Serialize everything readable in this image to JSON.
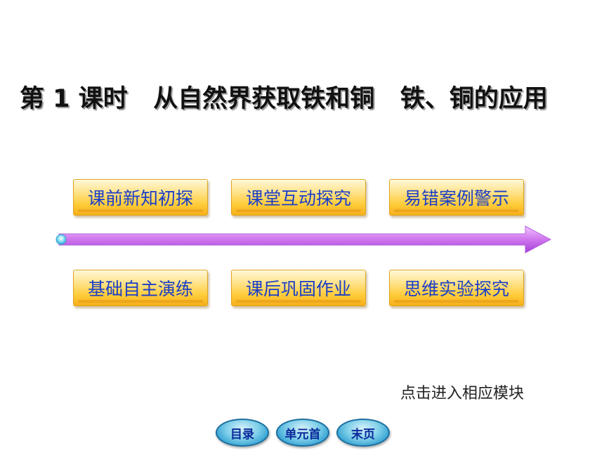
{
  "slide": {
    "title": "第 1 课时   从自然界获取铁和铜   铁、铜的应用",
    "hint": "点击进入相应模块"
  },
  "modules": {
    "top": [
      {
        "label": "课前新知初探"
      },
      {
        "label": "课堂互动探究"
      },
      {
        "label": "易错案例警示"
      }
    ],
    "bottom": [
      {
        "label": "基础自主演练"
      },
      {
        "label": "课后巩固作业"
      },
      {
        "label": "思维实验探究"
      }
    ]
  },
  "nav": {
    "toc": "目录",
    "unit_first": "单元首",
    "last_page": "末页"
  },
  "colors": {
    "module_text": "#1a3ec8",
    "module_fill": "#ffcc3a",
    "arrow": "#c45ae6",
    "nav_fill": "#2f9ed1"
  }
}
